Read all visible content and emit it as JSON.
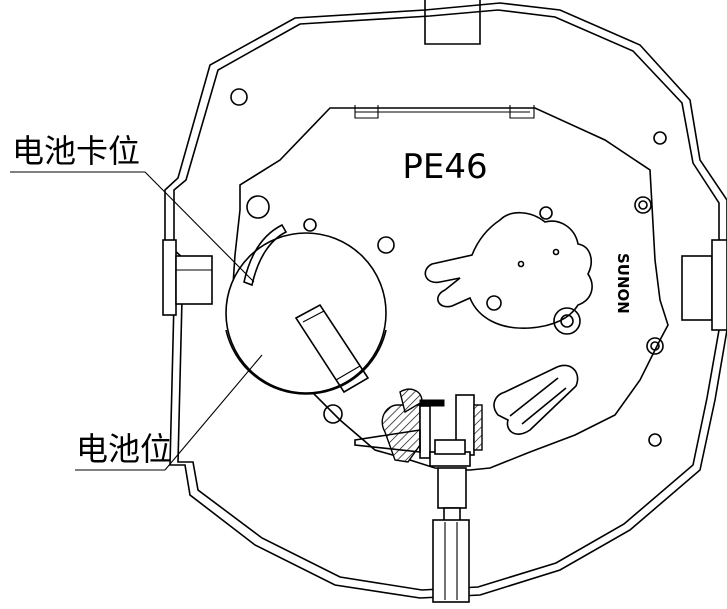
{
  "movement_label": "PE46",
  "brand_label": "SUNON",
  "callouts": {
    "battery_clip": "电池卡位",
    "battery_slot": "电池位"
  },
  "colors": {
    "line": "#000000",
    "background": "#ffffff"
  }
}
